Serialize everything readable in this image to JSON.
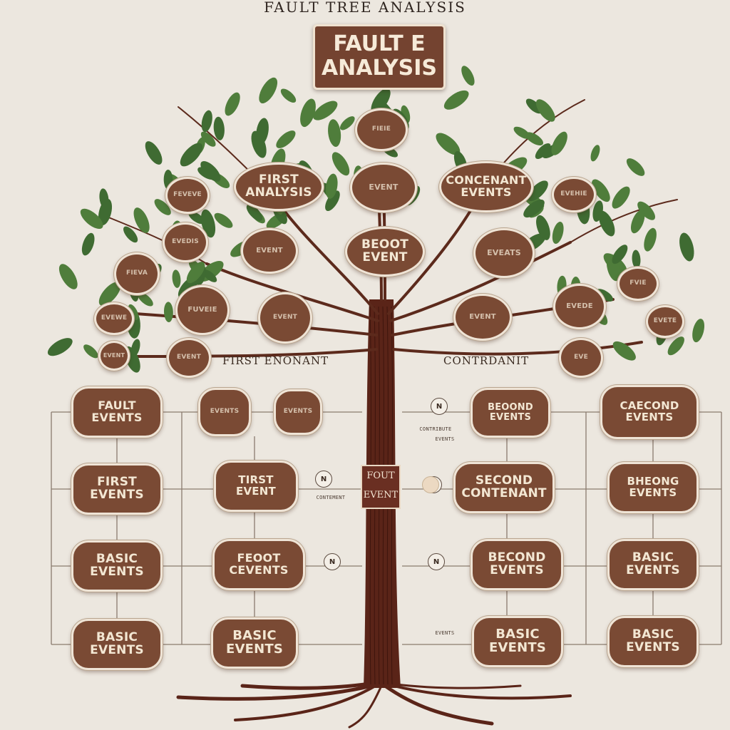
{
  "diagram": {
    "title": "FAULT TREE ANALYSIS",
    "title_box": [
      "FAULT E",
      "ANALYSIS"
    ],
    "trunk_label": [
      "FOUT",
      "EVENT"
    ],
    "side_labels": {
      "left": "FIRST ENONANT",
      "right": "CONTRDANIT"
    },
    "colors": {
      "background": "#ece7df",
      "node_fill": "#7a4a34",
      "node_text": "#f3e7d3",
      "trunk": "#5a2418",
      "leaf": "#3f6b32"
    },
    "canopy_nodes": [
      {
        "id": "c1",
        "lines": [
          "FIRST",
          "ANALYSIS"
        ]
      },
      {
        "id": "c2",
        "lines": [
          "CONCENANT",
          "EVENTS"
        ]
      },
      {
        "id": "c3",
        "lines": [
          "BEOOT",
          "EVENT"
        ]
      },
      {
        "id": "c4",
        "lines": [
          "EVENT"
        ]
      },
      {
        "id": "c5",
        "lines": [
          "EVEATS"
        ]
      },
      {
        "id": "c6",
        "lines": [
          "FIEIE"
        ]
      },
      {
        "id": "c7",
        "lines": [
          "EVENT"
        ]
      },
      {
        "id": "c8",
        "lines": [
          "FUVEIE"
        ]
      },
      {
        "id": "c9",
        "lines": [
          "EVENT"
        ]
      },
      {
        "id": "c10",
        "lines": [
          "FEVEVE"
        ]
      },
      {
        "id": "c11",
        "lines": [
          "EVEDIS"
        ]
      },
      {
        "id": "c12",
        "lines": [
          "FIEVA"
        ]
      },
      {
        "id": "c13",
        "lines": [
          "EVEWE"
        ]
      },
      {
        "id": "c14",
        "lines": [
          "EVENT"
        ]
      },
      {
        "id": "c15",
        "lines": [
          "EVENT"
        ]
      },
      {
        "id": "c16",
        "lines": [
          "EVEHIE"
        ]
      },
      {
        "id": "c17",
        "lines": [
          "EVENT"
        ]
      },
      {
        "id": "c18",
        "lines": [
          "EVEDE"
        ]
      },
      {
        "id": "c19",
        "lines": [
          "FVIE"
        ]
      },
      {
        "id": "c20",
        "lines": [
          "EVETE"
        ]
      },
      {
        "id": "c21",
        "lines": [
          "EVE"
        ]
      }
    ],
    "left_column_a": [
      {
        "id": "la1",
        "lines": [
          "FAULT",
          "EVENTS"
        ]
      },
      {
        "id": "la2",
        "lines": [
          "FIRST",
          "EVENTS"
        ]
      },
      {
        "id": "la3",
        "lines": [
          "BASIC",
          "EVENTS"
        ]
      },
      {
        "id": "la4",
        "lines": [
          "BASIC",
          "EVENTS"
        ]
      }
    ],
    "left_column_b": [
      {
        "id": "lb0a",
        "lines": [
          "EVENTS"
        ]
      },
      {
        "id": "lb0b",
        "lines": [
          "EVENTS"
        ]
      },
      {
        "id": "lb1",
        "lines": [
          "TIRST",
          "EVENT"
        ]
      },
      {
        "id": "lb2",
        "lines": [
          "FEOOT",
          "CEVENTS"
        ]
      },
      {
        "id": "lb3",
        "lines": [
          "BASIC",
          "EVENTS"
        ]
      }
    ],
    "right_column_a": [
      {
        "id": "ra1",
        "lines": [
          "BEOOND",
          "EVENTS"
        ]
      },
      {
        "id": "ra2",
        "lines": [
          "SECOND",
          "CONTENANT"
        ]
      },
      {
        "id": "ra3",
        "lines": [
          "BECOND",
          "EVENTS"
        ]
      },
      {
        "id": "ra4",
        "lines": [
          "BASIC",
          "EVENTS"
        ]
      }
    ],
    "right_column_b": [
      {
        "id": "rb1",
        "lines": [
          "CAECOND",
          "EVENTS"
        ]
      },
      {
        "id": "rb2",
        "lines": [
          "BHEONG",
          "EVENTS"
        ]
      },
      {
        "id": "rb3",
        "lines": [
          "BASIC",
          "EVENTS"
        ]
      },
      {
        "id": "rb4",
        "lines": [
          "BASIC",
          "EVENTS"
        ]
      }
    ],
    "gates": [
      "N",
      "N",
      "N",
      "N",
      "N"
    ],
    "gate_captions": [
      "CONTRIBUTE",
      "CONTEMENT",
      "EVENTS",
      "EVENTS"
    ]
  }
}
